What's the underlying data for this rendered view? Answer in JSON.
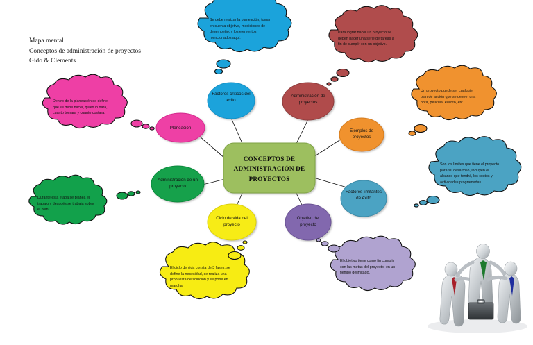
{
  "header": {
    "line1": "Mapa mental",
    "line2": "Conceptos de administración de proyectos",
    "line3": "Gido & Clements"
  },
  "center": {
    "label": "CONCEPTOS  DE ADMINISTRACIÓN DE PROYECTOS",
    "line1": "CONCEPTOS  DE",
    "line2": "ADMINISTRACIÓN DE",
    "line3": "PROYECTOS",
    "fill": "#9DBF5F",
    "stroke": "#7FA344"
  },
  "nodes": [
    {
      "id": "factores-criticos-del-exito",
      "label": "Factores críticos del éxito",
      "fill": "#1BA3DB",
      "stroke": "#1690C4"
    },
    {
      "id": "administracion-de-proyectos",
      "label": "Administración de proyectos",
      "fill": "#B04C4C",
      "stroke": "#8E3C3C"
    },
    {
      "id": "ejemplos-de-proyectos",
      "label": "Ejemplos de proyectos",
      "fill": "#F0922F",
      "stroke": "#D47B1C"
    },
    {
      "id": "factores-limitantes-de-exito",
      "label": "Factores limitantes de éxito",
      "fill": "#4BA3C3",
      "stroke": "#3C8BA8"
    },
    {
      "id": "objetivo-del-proyecto",
      "label": "Objetivo del proyecto",
      "fill": "#8268AE",
      "stroke": "#6B5394"
    },
    {
      "id": "ciclo-de-vida-del-proyecto",
      "label": "Ciclo de vida del proyecto",
      "fill": "#F7EC13",
      "stroke": "#D9CF0C"
    },
    {
      "id": "administracion-de-un-proyecto",
      "label": "Administración de un proyecto",
      "fill": "#12A14B",
      "stroke": "#0C8A3E"
    },
    {
      "id": "planeacion",
      "label": "Planeación",
      "fill": "#EE3FA5",
      "stroke": "#D42B8D"
    }
  ],
  "bubbles": [
    {
      "id": "bubble-planeacion-detalle",
      "text": "Se debe realizar la planeación, tomar en cuenta objetivo, mediciones de desempeño, y los elementos mencionados aquí.",
      "fill": "#1BA3DB"
    },
    {
      "id": "bubble-administracion-proyectos",
      "text": "Para lograr hacer un proyecto se deben hacer una serie de tareas a fin de cumplir con un objetivo.",
      "fill": "#B04C4C"
    },
    {
      "id": "bubble-ejemplos-proyectos",
      "text": "Un proyecto puede ser cualquier plan de acción que se desee, una obra, película, evento, etc.",
      "fill": "#F0922F"
    },
    {
      "id": "bubble-factores-limitantes",
      "text": "Son los límites que tiene el proyecto para su desarrollo, incluyen el alcance que tendrá, los costos y actividades programadas.",
      "fill": "#4BA3C3"
    },
    {
      "id": "bubble-objetivo-proyecto",
      "text": "El objetivo tiene como fin cumplir con las metas del proyecto, en un tiempo delimitado.",
      "fill": "#B0A3D0"
    },
    {
      "id": "bubble-ciclo-vida",
      "text": "El ciclo de vida consta de 3 fases, se define la necesidad, se realiza una propuesta de solución y se pone en marcha.",
      "fill": "#F7EC13"
    },
    {
      "id": "bubble-administracion-un-proyecto",
      "text": "Durante esta etapa se planea el trabajo y después se trabaja sobre el plan.",
      "fill": "#12A14B"
    },
    {
      "id": "bubble-planeacion",
      "text": "Dentro de la planeación se define que se debe hacer, quien lo hará, cuanto tomara y cuanto costara.",
      "fill": "#EE3FA5"
    }
  ],
  "illustration": {
    "name": "teamwork-figures",
    "tie_colors": [
      "#A8202A",
      "#1E7A2E",
      "#1F2E9E"
    ],
    "body_color": "#C9CDD2"
  }
}
